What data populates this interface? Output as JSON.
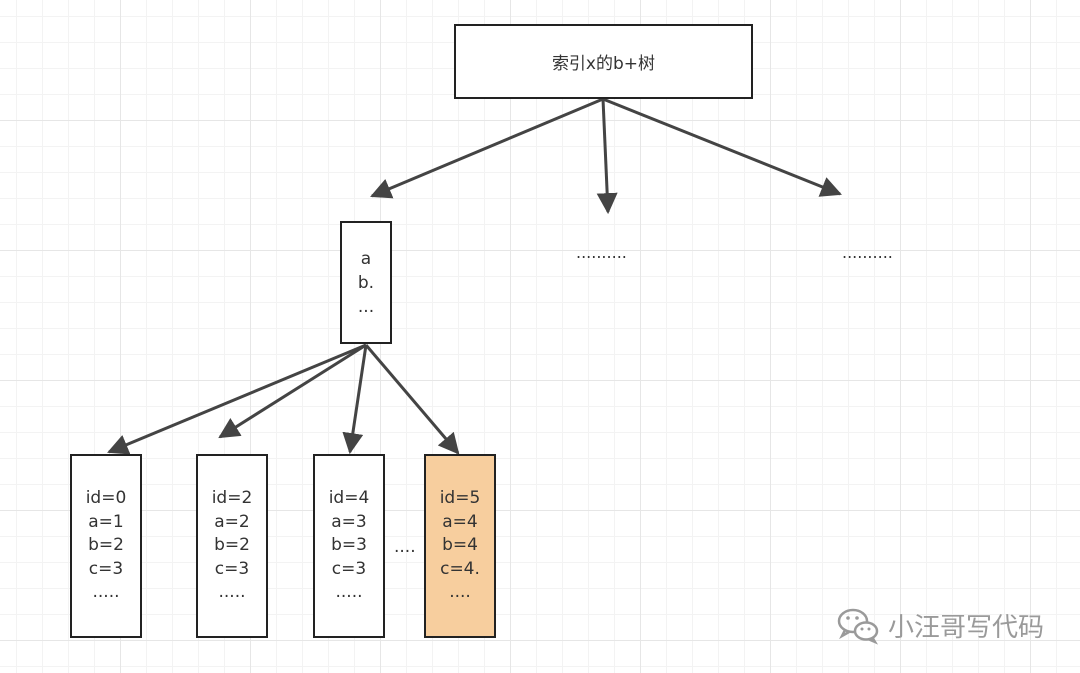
{
  "root": {
    "label": "索引x的b+树"
  },
  "middle": {
    "lines": [
      "a",
      "b.",
      "..."
    ]
  },
  "siblings": {
    "ellipsis_1": "..........",
    "ellipsis_2": "..........",
    "between_leaves": "...."
  },
  "leaves": [
    {
      "lines": [
        "id=0",
        "a=1",
        "b=2",
        "c=3",
        "....."
      ],
      "highlighted": false
    },
    {
      "lines": [
        "id=2",
        "a=2",
        "b=2",
        "c=3",
        "....."
      ],
      "highlighted": false
    },
    {
      "lines": [
        "id=4",
        "a=3",
        "b=3",
        "c=3",
        "....."
      ],
      "highlighted": false
    },
    {
      "lines": [
        "id=5",
        "a=4",
        "b=4",
        "c=4.",
        "...."
      ],
      "highlighted": true
    }
  ],
  "colors": {
    "highlight": "#f7ce9e",
    "stroke": "#444444",
    "grid": "#e6e6e6"
  },
  "watermark": {
    "text": "小汪哥写代码",
    "icon": "wechat-icon"
  }
}
